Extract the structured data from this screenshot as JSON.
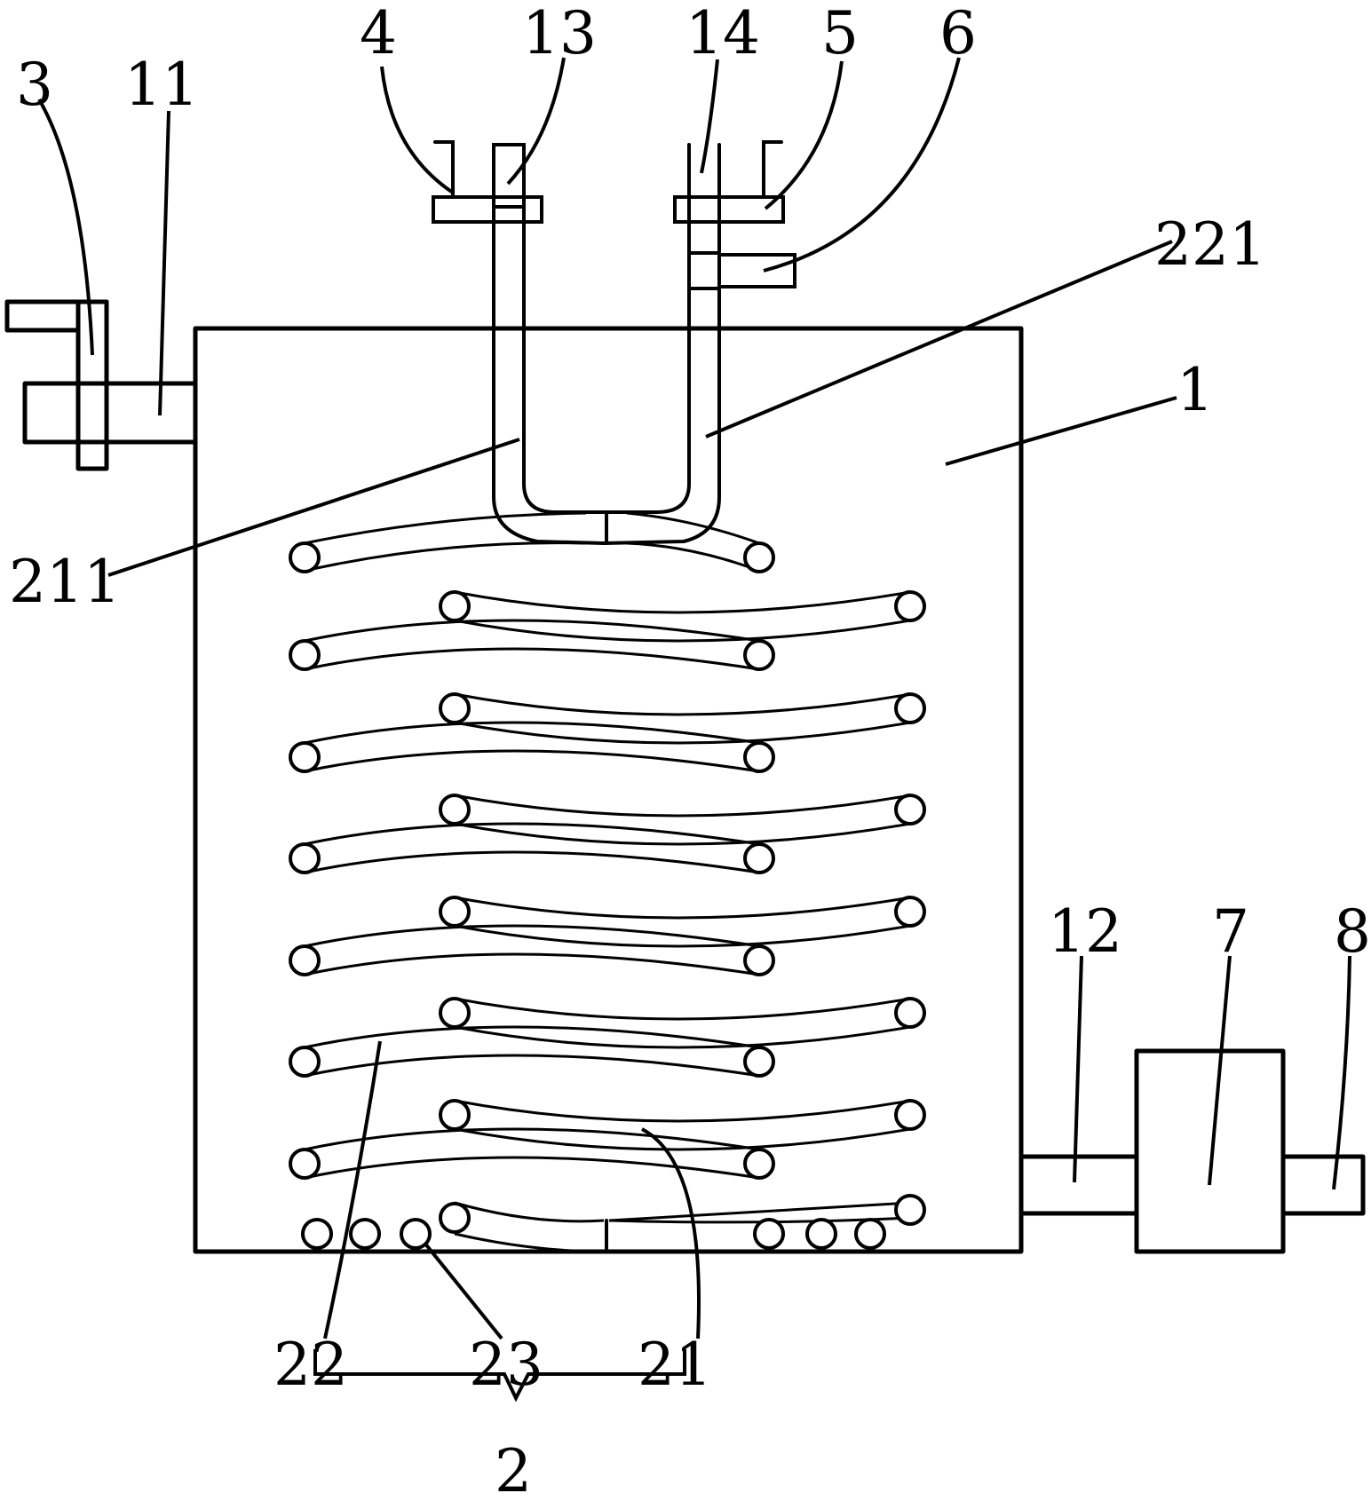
{
  "labels": {
    "n1": "1",
    "n2": "2",
    "n3": "3",
    "n4": "4",
    "n5": "5",
    "n6": "6",
    "n7": "7",
    "n8": "8",
    "n11": "11",
    "n12": "12",
    "n13": "13",
    "n14": "14",
    "n21": "21",
    "n22": "22",
    "n23": "23",
    "n211": "211",
    "n221": "221"
  }
}
